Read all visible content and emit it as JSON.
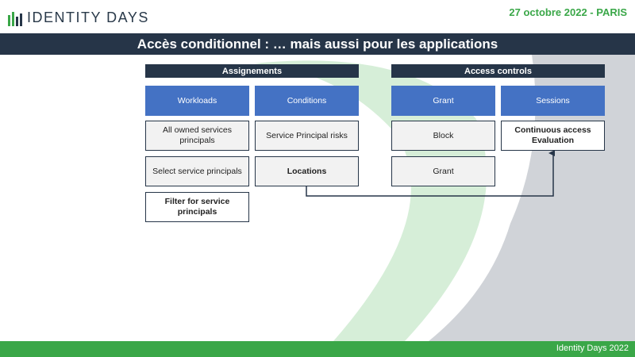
{
  "header": {
    "logo_text": "IDENTITY DAYS",
    "date": "27 octobre 2022  - PARIS"
  },
  "slide": {
    "title": "Accès conditionnel : … mais aussi pour les applications"
  },
  "assignments": {
    "header": "Assignements",
    "workloads": {
      "label": "Workloads",
      "items": [
        "All owned services principals",
        "Select service principals",
        "Filter for service principals"
      ]
    },
    "conditions": {
      "label": "Conditions",
      "items": [
        "Service Principal risks",
        "Locations"
      ]
    }
  },
  "access_controls": {
    "header": "Access controls",
    "grant": {
      "label": "Grant",
      "items": [
        "Block",
        "Grant"
      ]
    },
    "sessions": {
      "label": "Sessions",
      "items": [
        "Continuous access Evaluation"
      ]
    }
  },
  "footer": {
    "text": "Identity Days 2022"
  },
  "colors": {
    "navy": "#263548",
    "blue": "#4472c4",
    "green": "#3aa748",
    "light_green": "#d6eed8",
    "grey": "#d0d3d8"
  }
}
